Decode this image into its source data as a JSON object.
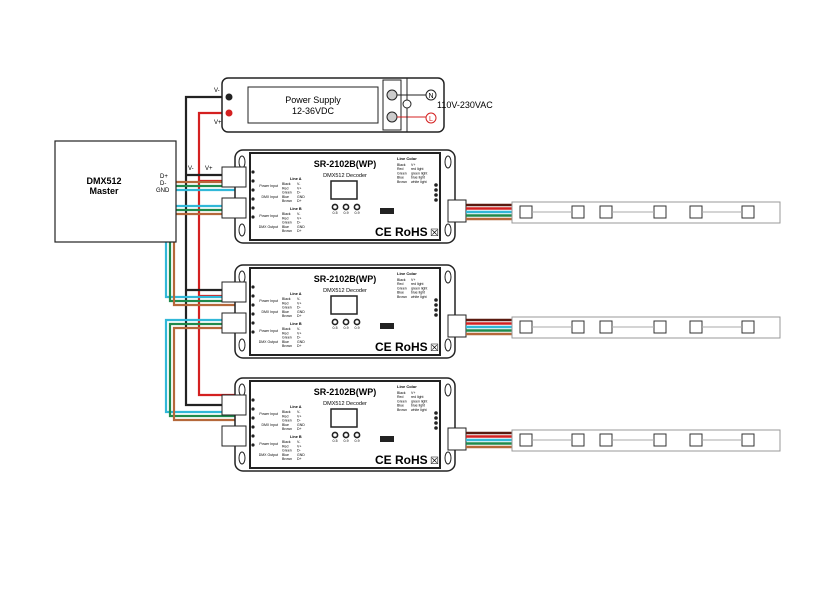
{
  "power_supply": {
    "title": "Power Supply",
    "voltage": "12-36VDC",
    "ac_input": "110V-230VAC",
    "neutral_symbol": "N",
    "line_symbol": "L",
    "out_minus": "V-",
    "out_plus": "V+"
  },
  "dmx_master": {
    "title": "DMX512",
    "subtitle": "Master",
    "pins": [
      "D+",
      "D-",
      "GND"
    ]
  },
  "bus_labels": {
    "v_minus": "V-",
    "v_plus": "V+"
  },
  "decoder": {
    "model": "SR-2102B(WP)",
    "name": "DMX512 Decoder",
    "line_a": {
      "title": "Line A",
      "groups": [
        {
          "label": "Power Input",
          "wires": [
            [
              "Black",
              "V-"
            ],
            [
              "Red",
              "V+"
            ]
          ]
        },
        {
          "label": "DMX Input",
          "wires": [
            [
              "Green",
              "D-"
            ],
            [
              "Blue",
              "GND"
            ],
            [
              "Brown",
              "D+"
            ]
          ]
        }
      ]
    },
    "line_b": {
      "title": "Line B",
      "groups": [
        {
          "label": "Power Input",
          "wires": [
            [
              "Black",
              "V-"
            ],
            [
              "Red",
              "V+"
            ]
          ]
        },
        {
          "label": "DMX Output",
          "wires": [
            [
              "Green",
              "D-"
            ],
            [
              "Blue",
              "GND"
            ],
            [
              "Brown",
              "D+"
            ]
          ]
        }
      ]
    },
    "line_color": {
      "title": "Line Color",
      "rows": [
        [
          "Black",
          "V+"
        ],
        [
          "Red",
          "red light"
        ],
        [
          "Green",
          "green light"
        ],
        [
          "Blue",
          "blue light"
        ],
        [
          "Brown",
          "white light"
        ]
      ]
    },
    "dials": [
      "0-5",
      "0-9",
      "0-9"
    ],
    "certs": "CE RoHS",
    "count": 3
  },
  "colors": {
    "black": "#222222",
    "red": "#d42020",
    "darkred": "#5a1a10",
    "brown": "#b5683a",
    "green": "#1f8a4c",
    "cyan": "#31b8d8",
    "blue": "#2a7ad0"
  }
}
